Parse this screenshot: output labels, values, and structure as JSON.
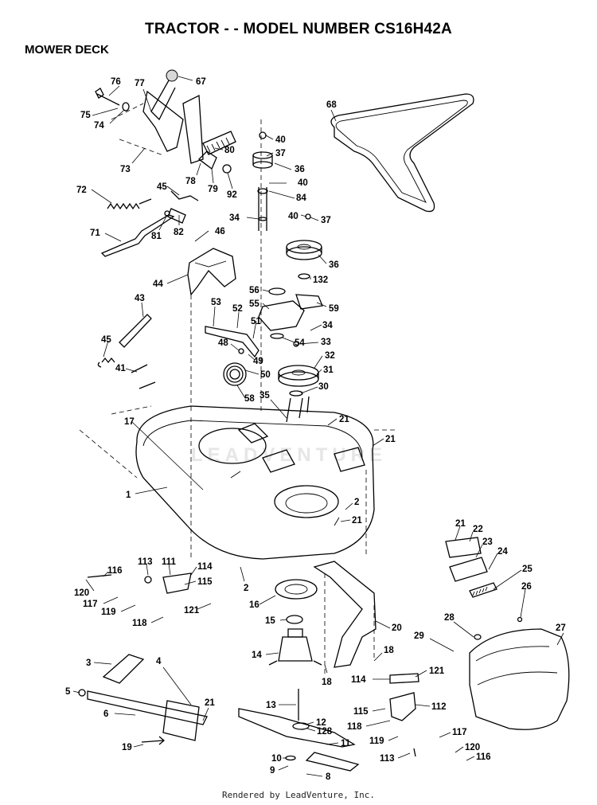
{
  "header": {
    "title": "TRACTOR - - MODEL NUMBER CS16H42A",
    "subtitle": "MOWER DECK"
  },
  "footer": {
    "text": "Rendered by LeadVenture, Inc."
  },
  "watermark": {
    "text": "LEADVENTURE"
  },
  "callouts": [
    {
      "id": "c76",
      "label": "76"
    },
    {
      "id": "c67",
      "label": "67"
    },
    {
      "id": "c77",
      "label": "77"
    },
    {
      "id": "c75",
      "label": "75"
    },
    {
      "id": "c74",
      "label": "74"
    },
    {
      "id": "c68",
      "label": "68"
    },
    {
      "id": "c40a",
      "label": "40"
    },
    {
      "id": "c37a",
      "label": "37"
    },
    {
      "id": "c80",
      "label": "80"
    },
    {
      "id": "c73",
      "label": "73"
    },
    {
      "id": "c36a",
      "label": "36"
    },
    {
      "id": "c78",
      "label": "78"
    },
    {
      "id": "c79",
      "label": "79"
    },
    {
      "id": "c92",
      "label": "92"
    },
    {
      "id": "c40b",
      "label": "40"
    },
    {
      "id": "c72",
      "label": "72"
    },
    {
      "id": "c45a",
      "label": "45"
    },
    {
      "id": "c84",
      "label": "84"
    },
    {
      "id": "c34a",
      "label": "34"
    },
    {
      "id": "c40c",
      "label": "40"
    },
    {
      "id": "c37b",
      "label": "37"
    },
    {
      "id": "c81",
      "label": "81"
    },
    {
      "id": "c82",
      "label": "82"
    },
    {
      "id": "c71",
      "label": "71"
    },
    {
      "id": "c46",
      "label": "46"
    },
    {
      "id": "c36b",
      "label": "36"
    },
    {
      "id": "c44",
      "label": "44"
    },
    {
      "id": "c132",
      "label": "132"
    },
    {
      "id": "c56",
      "label": "56"
    },
    {
      "id": "c43",
      "label": "43"
    },
    {
      "id": "c53",
      "label": "53"
    },
    {
      "id": "c55",
      "label": "55"
    },
    {
      "id": "c59",
      "label": "59"
    },
    {
      "id": "c52",
      "label": "52"
    },
    {
      "id": "c51",
      "label": "51"
    },
    {
      "id": "c34b",
      "label": "34"
    },
    {
      "id": "c45b",
      "label": "45"
    },
    {
      "id": "c48",
      "label": "48"
    },
    {
      "id": "c54",
      "label": "54"
    },
    {
      "id": "c33",
      "label": "33"
    },
    {
      "id": "c32",
      "label": "32"
    },
    {
      "id": "c49",
      "label": "49"
    },
    {
      "id": "c41",
      "label": "41"
    },
    {
      "id": "c31",
      "label": "31"
    },
    {
      "id": "c50",
      "label": "50"
    },
    {
      "id": "c30",
      "label": "30"
    },
    {
      "id": "c58",
      "label": "58"
    },
    {
      "id": "c35",
      "label": "35"
    },
    {
      "id": "c21a",
      "label": "21"
    },
    {
      "id": "c17",
      "label": "17"
    },
    {
      "id": "c21b",
      "label": "21"
    },
    {
      "id": "c1",
      "label": "1"
    },
    {
      "id": "c2a",
      "label": "2"
    },
    {
      "id": "c21c",
      "label": "21"
    },
    {
      "id": "c21d",
      "label": "21"
    },
    {
      "id": "c22",
      "label": "22"
    },
    {
      "id": "c23",
      "label": "23"
    },
    {
      "id": "c24",
      "label": "24"
    },
    {
      "id": "c113a",
      "label": "113"
    },
    {
      "id": "c111",
      "label": "111"
    },
    {
      "id": "c114a",
      "label": "114"
    },
    {
      "id": "c116a",
      "label": "116"
    },
    {
      "id": "c115a",
      "label": "115"
    },
    {
      "id": "c25",
      "label": "25"
    },
    {
      "id": "c120a",
      "label": "120"
    },
    {
      "id": "c2b",
      "label": "2"
    },
    {
      "id": "c26",
      "label": "26"
    },
    {
      "id": "c117a",
      "label": "117"
    },
    {
      "id": "c121a",
      "label": "121"
    },
    {
      "id": "c16",
      "label": "16"
    },
    {
      "id": "c119a",
      "label": "119"
    },
    {
      "id": "c118a",
      "label": "118"
    },
    {
      "id": "c28",
      "label": "28"
    },
    {
      "id": "c27",
      "label": "27"
    },
    {
      "id": "c15",
      "label": "15"
    },
    {
      "id": "c20",
      "label": "20"
    },
    {
      "id": "c29",
      "label": "29"
    },
    {
      "id": "c3",
      "label": "3"
    },
    {
      "id": "c4",
      "label": "4"
    },
    {
      "id": "c14",
      "label": "14"
    },
    {
      "id": "c18a",
      "label": "18"
    },
    {
      "id": "c121b",
      "label": "121"
    },
    {
      "id": "c114b",
      "label": "114"
    },
    {
      "id": "c18b",
      "label": "18"
    },
    {
      "id": "c5",
      "label": "5"
    },
    {
      "id": "c21e",
      "label": "21"
    },
    {
      "id": "c6",
      "label": "6"
    },
    {
      "id": "c13",
      "label": "13"
    },
    {
      "id": "c115b",
      "label": "115"
    },
    {
      "id": "c112",
      "label": "112"
    },
    {
      "id": "c12",
      "label": "12"
    },
    {
      "id": "c128",
      "label": "128"
    },
    {
      "id": "c118b",
      "label": "118"
    },
    {
      "id": "c117b",
      "label": "117"
    },
    {
      "id": "c11",
      "label": "11"
    },
    {
      "id": "c119b",
      "label": "119"
    },
    {
      "id": "c19",
      "label": "19"
    },
    {
      "id": "c120b",
      "label": "120"
    },
    {
      "id": "c10",
      "label": "10"
    },
    {
      "id": "c113b",
      "label": "113"
    },
    {
      "id": "c116b",
      "label": "116"
    },
    {
      "id": "c9",
      "label": "9"
    },
    {
      "id": "c8",
      "label": "8"
    }
  ]
}
